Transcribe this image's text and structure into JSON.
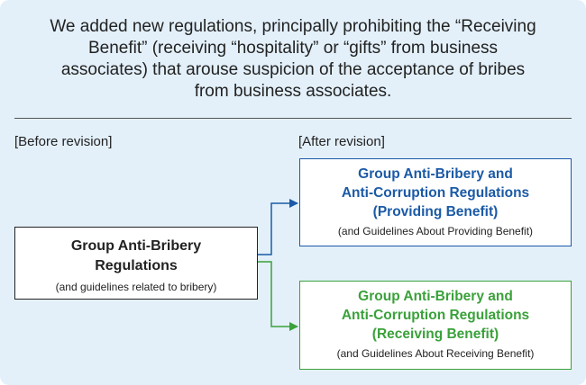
{
  "intro": {
    "lines": [
      "We added new regulations, principally prohibiting the “Receiving",
      "Benefit” (receiving “hospitality” or “gifts” from business",
      "associates) that arouse suspicion of the acceptance of bribes",
      "from business associates."
    ]
  },
  "captions": {
    "before": "[Before revision]",
    "after": "[After revision]"
  },
  "before_box": {
    "title_lines": [
      "Group Anti-Bribery",
      "Regulations"
    ],
    "note": "(and guidelines related to bribery)"
  },
  "providing_box": {
    "title_lines": [
      "Group Anti-Bribery and",
      "Anti-Corruption Regulations",
      "(Providing Benefit)"
    ],
    "note": "(and Guidelines About Providing Benefit)"
  },
  "receiving_box": {
    "title_lines": [
      "Group Anti-Bribery and",
      "Anti-Corruption Regulations",
      "(Receiving Benefit)"
    ],
    "note": "(and Guidelines About Receiving Benefit)"
  },
  "colors": {
    "panel_background": "#e3f0fa",
    "providing_accent": "#1b5aa6",
    "receiving_accent": "#3aa13a",
    "text": "#222222"
  }
}
